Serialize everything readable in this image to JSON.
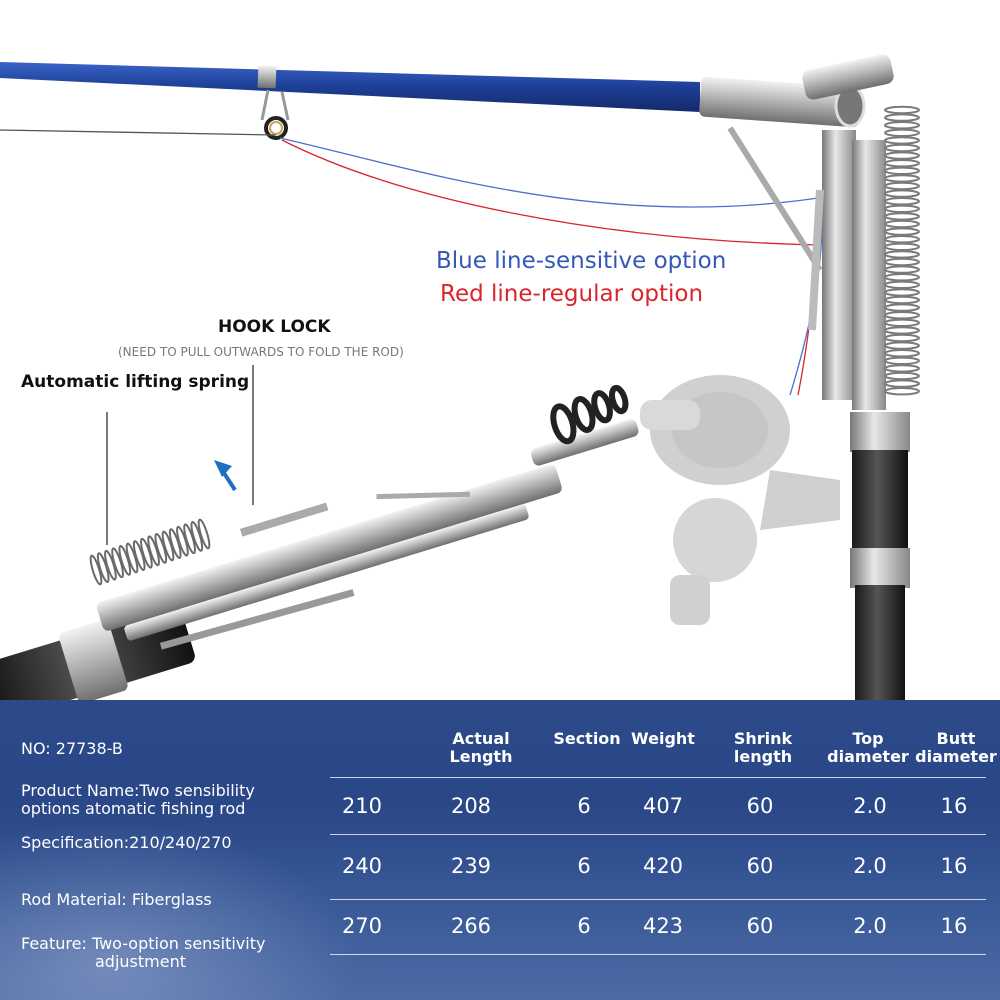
{
  "callouts": {
    "blue_line": "Blue line-sensitive option",
    "red_line": "Red line-regular option",
    "hook_lock": "HOOK LOCK",
    "hook_lock_note": "(NEED TO PULL OUTWARDS TO FOLD THE ROD)",
    "spring": "Automatic lifting spring"
  },
  "colors": {
    "panel": "#2c4a8a",
    "blue_line": "#3358b8",
    "red_line": "#d8262b",
    "rod_blue": "#1d3f96"
  },
  "info": {
    "no": "NO:  27738-B",
    "product_name_1": "Product Name:Two sensibility",
    "product_name_2": "options atomatic fishing rod",
    "specification": "Specification:210/240/270",
    "material": "Rod Material: Fiberglass",
    "feature_1": "Feature: Two-option sensitivity",
    "feature_2": "adjustment"
  },
  "table": {
    "headers": {
      "actual_1": "Actual",
      "actual_2": "Length",
      "section": "Section",
      "weight": "Weight",
      "shrink_1": "Shrink",
      "shrink_2": "length",
      "top_1": "Top",
      "top_2": "diameter",
      "butt_1": "Butt",
      "butt_2": "diameter"
    },
    "rows": [
      [
        "210",
        "208",
        "6",
        "407",
        "60",
        "2.0",
        "16"
      ],
      [
        "240",
        "239",
        "6",
        "420",
        "60",
        "2.0",
        "16"
      ],
      [
        "270",
        "266",
        "6",
        "423",
        "60",
        "2.0",
        "16"
      ]
    ]
  }
}
